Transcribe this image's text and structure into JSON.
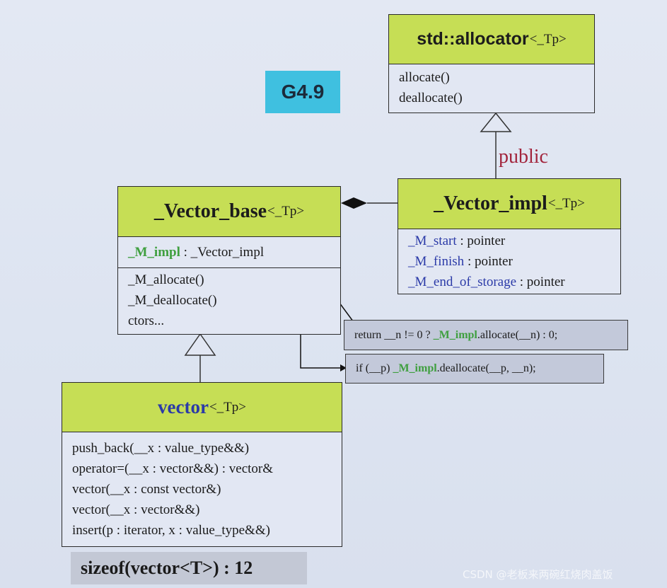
{
  "version_badge": "G4.9",
  "allocator": {
    "name": "std::allocator",
    "tparam": "<_Tp>",
    "methods": [
      "allocate()",
      "deallocate()"
    ]
  },
  "inheritance_label": "public",
  "vector_impl": {
    "name": "_Vector_impl",
    "tparam": "<_Tp>",
    "members": [
      {
        "name": "_M_start",
        "type": " : pointer"
      },
      {
        "name": "_M_finish",
        "type": " : pointer"
      },
      {
        "name": "_M_end_of_storage",
        "type": " : pointer"
      }
    ]
  },
  "vector_base": {
    "name": "_Vector_base",
    "tparam": "<_Tp>",
    "field_name": "_M_impl",
    "field_type": " : _Vector_impl",
    "methods": [
      "_M_allocate()",
      "_M_deallocate()",
      "ctors..."
    ]
  },
  "callouts": {
    "allocate": {
      "pre": "return __n != 0 ? ",
      "impl": "_M_impl",
      "post": ".allocate(__n) : 0;"
    },
    "deallocate": {
      "pre": "if (__p) ",
      "impl": "_M_impl",
      "post": ".deallocate(__p, __n);"
    }
  },
  "vector": {
    "name": "vector",
    "tparam": "<_Tp>",
    "methods": [
      "push_back(__x : value_type&&)",
      "operator=(__x : vector&&) : vector&",
      "vector(__x : const vector&)",
      "vector(__x : vector&&)",
      "insert(p : iterator, x : value_type&&)"
    ]
  },
  "sizeof_note": "sizeof(vector<T>) : 12",
  "watermark": "CSDN @老板来两碗红烧肉盖饭",
  "colors": {
    "header_green": "#c6de55",
    "member_blue": "#2b3aa8",
    "impl_green": "#3f9f3f",
    "badge_cyan": "#3fc0e0",
    "public_red": "#a2243c"
  }
}
